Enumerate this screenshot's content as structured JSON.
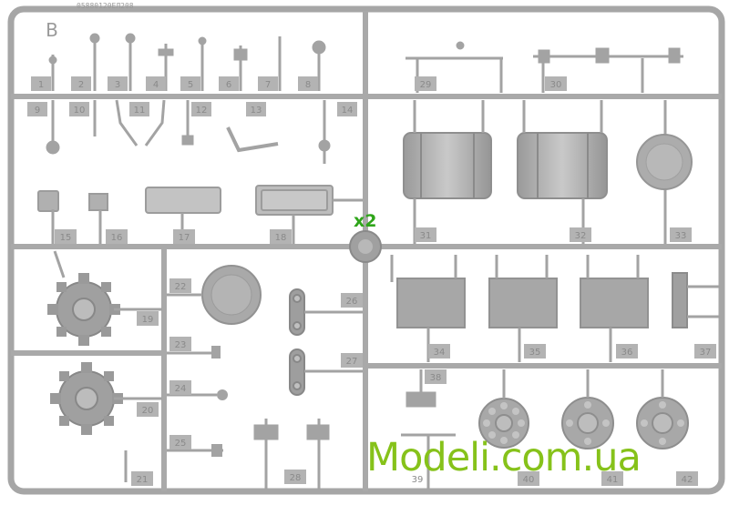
{
  "sprue": {
    "letter": "B",
    "code": "05880120ЕЛ208",
    "multiplier": "x2"
  },
  "parts": [
    "1",
    "2",
    "3",
    "4",
    "5",
    "6",
    "7",
    "8",
    "9",
    "10",
    "11",
    "12",
    "13",
    "14",
    "15",
    "16",
    "17",
    "18",
    "19",
    "20",
    "21",
    "22",
    "23",
    "24",
    "25",
    "26",
    "27",
    "28",
    "29",
    "30",
    "31",
    "32",
    "33",
    "34",
    "35",
    "36",
    "37",
    "38",
    "39",
    "40",
    "41",
    "42"
  ],
  "watermark": "Modeli.com.ua",
  "colors": {
    "plastic": "#a9a9a9",
    "plastic_dark": "#8c8c8c",
    "plastic_light": "#c4c4c4",
    "background": "#ffffff",
    "multiplier": "#2fa51a",
    "watermark": "#86c21a"
  }
}
